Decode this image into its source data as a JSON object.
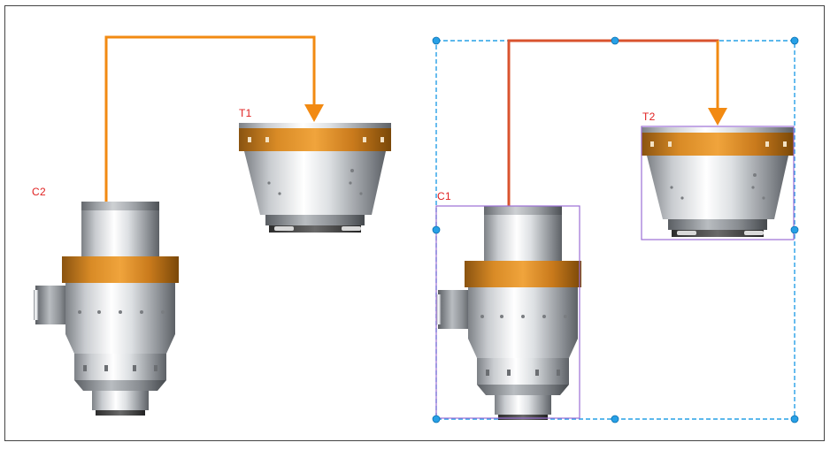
{
  "labels": {
    "c2": "C2",
    "t1": "T1",
    "c1": "C1",
    "t2": "T2"
  },
  "colors": {
    "arrow_orange": "#f28a12",
    "line_red": "#d9532e",
    "arrow_head": "#f28a12",
    "selection": "#27a0e6",
    "bbox": "#9b6fd6",
    "label": "#e02020",
    "border": "#444444"
  },
  "components": [
    {
      "id": "c2",
      "type": "fan-cylinder",
      "label": "C2"
    },
    {
      "id": "t1",
      "type": "cone-hub",
      "label": "T1"
    },
    {
      "id": "c1",
      "type": "fan-cylinder",
      "label": "C1",
      "selected": true
    },
    {
      "id": "t2",
      "type": "cone-hub",
      "label": "T2",
      "selected": true
    }
  ],
  "connections": [
    {
      "from": "c2",
      "to": "t1",
      "color": "orange"
    },
    {
      "from": "c1",
      "to": "t2",
      "color": "red"
    }
  ]
}
